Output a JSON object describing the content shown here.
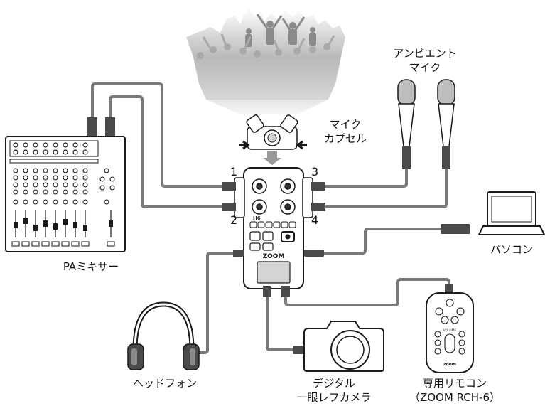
{
  "labels": {
    "mic_capsule": [
      "マイク",
      "カプセル"
    ],
    "ambient_mic": [
      "アンビエント",
      "マイク"
    ],
    "pa_mixer": "PAミキサー",
    "pc": "パソコン",
    "headphones": "ヘッドフォン",
    "camera": [
      "デジタル",
      "一眼レフカメラ"
    ],
    "remote": [
      "専用リモコン",
      "（ZOOM RCH-6）"
    ],
    "inputs": [
      "1",
      "2",
      "3",
      "4"
    ],
    "device_brand": "ZOOM",
    "device_model": "H6",
    "remote_brand": "zoom",
    "remote_volume": "VOLUME"
  },
  "colors": {
    "line": "#7a7a7a",
    "device": "#ffffff",
    "outline": "#1a1a1a",
    "crowd": "#9a9a9a"
  }
}
